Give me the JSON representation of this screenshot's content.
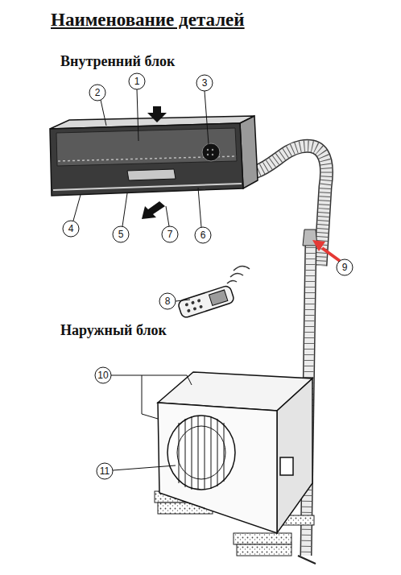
{
  "diagram": {
    "title": "Наименование деталей",
    "labels": [
      "Внутренний блок",
      "1",
      "2",
      "3",
      "4",
      "5",
      "6",
      "7",
      "8",
      "9",
      "Наружный блок",
      "10",
      "11"
    ]
  }
}
